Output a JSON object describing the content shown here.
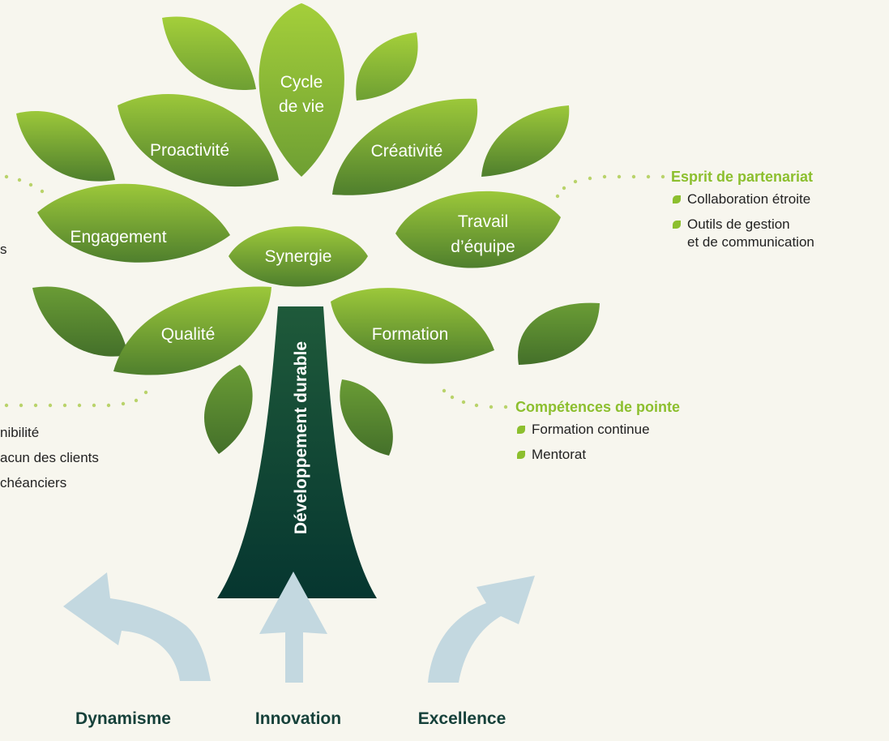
{
  "tree": {
    "leaves": {
      "cycle": [
        "Cycle",
        "de vie"
      ],
      "proactivite": "Proactivité",
      "creativite": "Créativité",
      "engagement": "Engagement",
      "synergie": "Synergie",
      "travail": [
        "Travail",
        "d’équipe"
      ],
      "qualite": "Qualité",
      "formation": "Formation"
    },
    "trunk": "Développement durable"
  },
  "callouts": {
    "left_top_fragment": "s",
    "left_bottom_items": [
      "nibilité",
      "acun des clients",
      "chéanciers"
    ],
    "partenariat": {
      "title": "Esprit de partenariat",
      "items": [
        "Collaboration étroite",
        "Outils de gestion\net de communication"
      ]
    },
    "competences": {
      "title": "Compétences de pointe",
      "items": [
        "Formation continue",
        "Mentorat"
      ]
    }
  },
  "roots": [
    "Dynamisme",
    "Innovation",
    "Excellence"
  ],
  "colors": {
    "background": "#f7f6ee",
    "leaf_light": "#9cc83a",
    "leaf_dark": "#4f7f2d",
    "trunk_top": "#1f5a3a",
    "trunk_bottom": "#063630",
    "accent": "#8cbf2e",
    "arrow": "#c3d8e0",
    "root_label": "#16413a"
  }
}
